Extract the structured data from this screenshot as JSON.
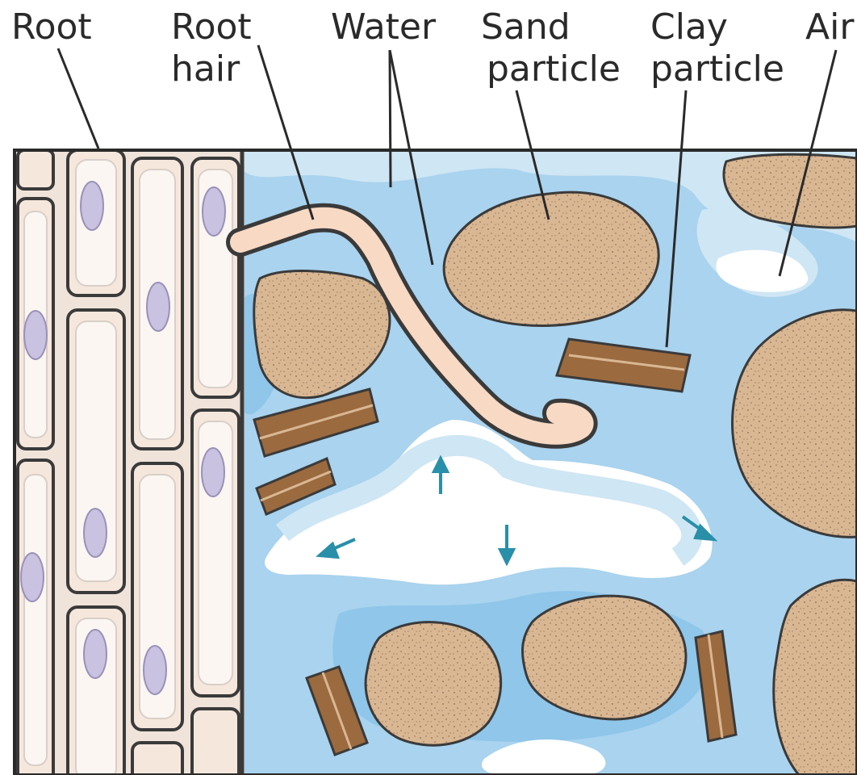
{
  "labels": {
    "root": "Root",
    "root_hair_line1": "Root",
    "root_hair_line2": "hair",
    "water": "Water",
    "sand_line1": "Sand",
    "sand_line2": "particle",
    "clay_line1": "Clay",
    "clay_line2": "particle",
    "air": "Air"
  },
  "colors": {
    "water_light": "#cfe6f4",
    "water_mid": "#a9d3ee",
    "water_deep": "#8fc6ea",
    "air": "#ffffff",
    "sand": "#d9b793",
    "sand_speckle": "#8a6a52",
    "clay": "#9b6a3f",
    "root_cell": "#f6e7dc",
    "root_wall": "#3a3a3a",
    "nucleus": "#c9c2e0",
    "root_hair": "#f7d9c4",
    "arrow": "#2a8fa8"
  }
}
